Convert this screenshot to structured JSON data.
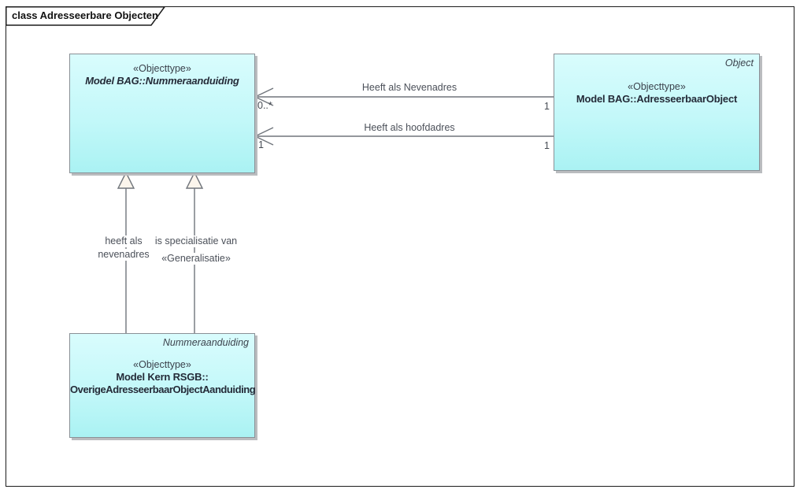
{
  "frame": {
    "title": "class Adresseerbare Objecten"
  },
  "classes": {
    "bag_nummeraanduiding": {
      "stereotype": "«Objecttype»",
      "name": "Model BAG::Nummeraanduiding",
      "abstract": true
    },
    "bag_adresseerbaarobject": {
      "corner_label": "Object",
      "stereotype": "«Objecttype»",
      "name": "Model BAG::AdresseerbaarObject"
    },
    "rsgb_overige": {
      "corner_label": "Nummeraanduiding",
      "stereotype": "«Objecttype»",
      "name_line1": "Model Kern RSGB::",
      "name_line2": "OverigeAdresseerbaarObjectAanduiding"
    }
  },
  "associations": [
    {
      "label": "Heeft als Nevenadres",
      "left_multiplicity": "0..*",
      "right_multiplicity": "1",
      "direction": "right-to-left"
    },
    {
      "label": "Heeft als hoofdadres",
      "left_multiplicity": "1",
      "right_multiplicity": "1",
      "direction": "right-to-left"
    }
  ],
  "generalizations": [
    {
      "label_line1": "heeft als",
      "label_line2": "nevenadres",
      "from": "rsgb_overige",
      "to": "bag_nummeraanduiding"
    },
    {
      "label_line1": "is specialisatie van",
      "label_line2": "«Generalisatie»",
      "from": "rsgb_overige",
      "to": "bag_nummeraanduiding"
    }
  ],
  "colors": {
    "box_fill_top": "#d9fcfd",
    "box_fill_bottom": "#aaf2f3",
    "box_border": "#8a9096",
    "box_shadow": "#babcbf",
    "connector": "#70757c",
    "triangle_fill": "#fbf5ec",
    "frame_border": "#1c1c1c",
    "text": "#3f4650"
  }
}
